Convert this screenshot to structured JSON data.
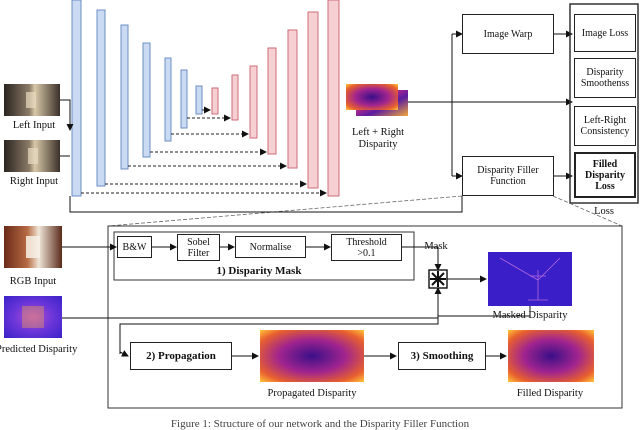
{
  "inputs": {
    "left": "Left Input",
    "right": "Right Input"
  },
  "unet": {
    "output_label_line1": "Left + Right",
    "output_label_line2": "Disparity"
  },
  "branches": {
    "image_warp": "Image Warp",
    "filler_line1": "Disparity Filler",
    "filler_line2": "Function"
  },
  "losses": {
    "image_loss": "Image Loss",
    "smoothness_line1": "Disparity",
    "smoothness_line2": "Smoothenss",
    "consistency_line1": "Left-Right",
    "consistency_line2": "Consistency",
    "filled_line1": "Filled",
    "filled_line2": "Disparity",
    "filled_line3": "Loss",
    "group_label": "Loss"
  },
  "filler": {
    "rgb_input": "RGB Input",
    "predicted_disparity": "Predicted Disparity",
    "bw": "B&W",
    "sobel_line1": "Sobel",
    "sobel_line2": "Filter",
    "normalise": "Normalise",
    "threshold_line1": "Threshold",
    "threshold_line2": ">0.1",
    "mask_label": "Mask",
    "disparity_mask_step": "1) Disparity Mask",
    "masked_disparity": "Masked Disparity",
    "propagation_step": "2) Propagation",
    "propagated_disparity": "Propagated Disparity",
    "smoothing_step": "3) Smoothing",
    "filled_disparity": "Filled Disparity"
  },
  "caption": "Figure 1: Structure of our network and the Disparity Filler Function",
  "colors": {
    "encoder_fill": "#c9daf2",
    "encoder_stroke": "#6d8fc4",
    "decoder_fill": "#f6cfd3",
    "decoder_stroke": "#cf6c78",
    "disparity_dark": "#2a0a6e",
    "disparity_mid": "#b0229c",
    "disparity_bright": "#ffb020"
  }
}
